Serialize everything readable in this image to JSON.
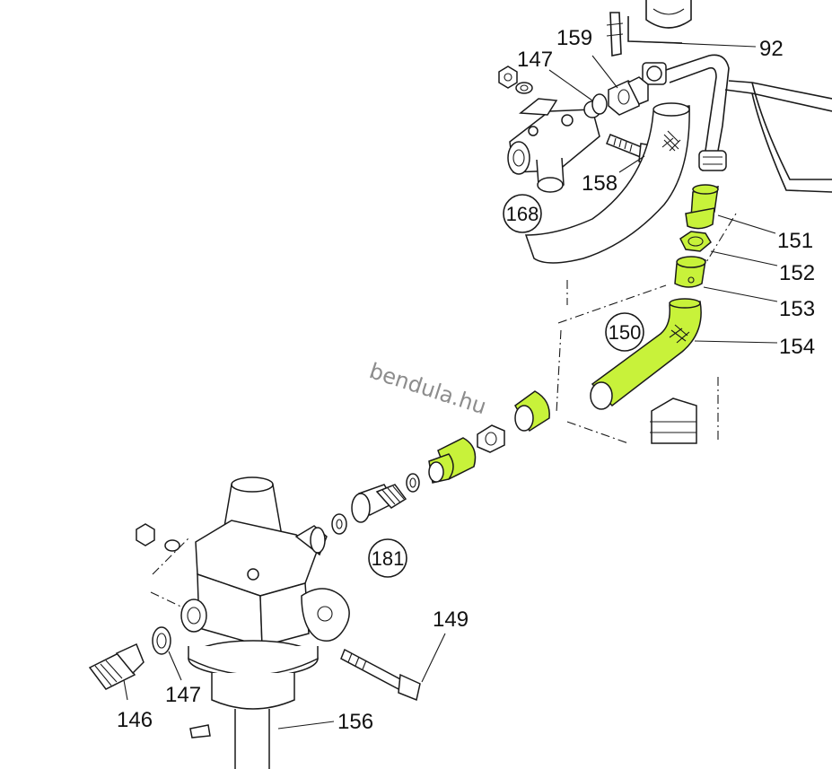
{
  "watermark": "bendula.hu",
  "part_labels": {
    "p92": "92",
    "p159": "159",
    "p147_top": "147",
    "p158": "158",
    "p151": "151",
    "p152": "152",
    "p153": "153",
    "p154": "154",
    "p149": "149",
    "p147_bottom": "147",
    "p146": "146",
    "p156": "156"
  },
  "reference_circles": {
    "r168": "168",
    "r150": "150",
    "r181": "181"
  },
  "colors": {
    "highlight": "#c8f23a",
    "line": "#1a1a1a",
    "watermark": "#8c8c8c"
  }
}
